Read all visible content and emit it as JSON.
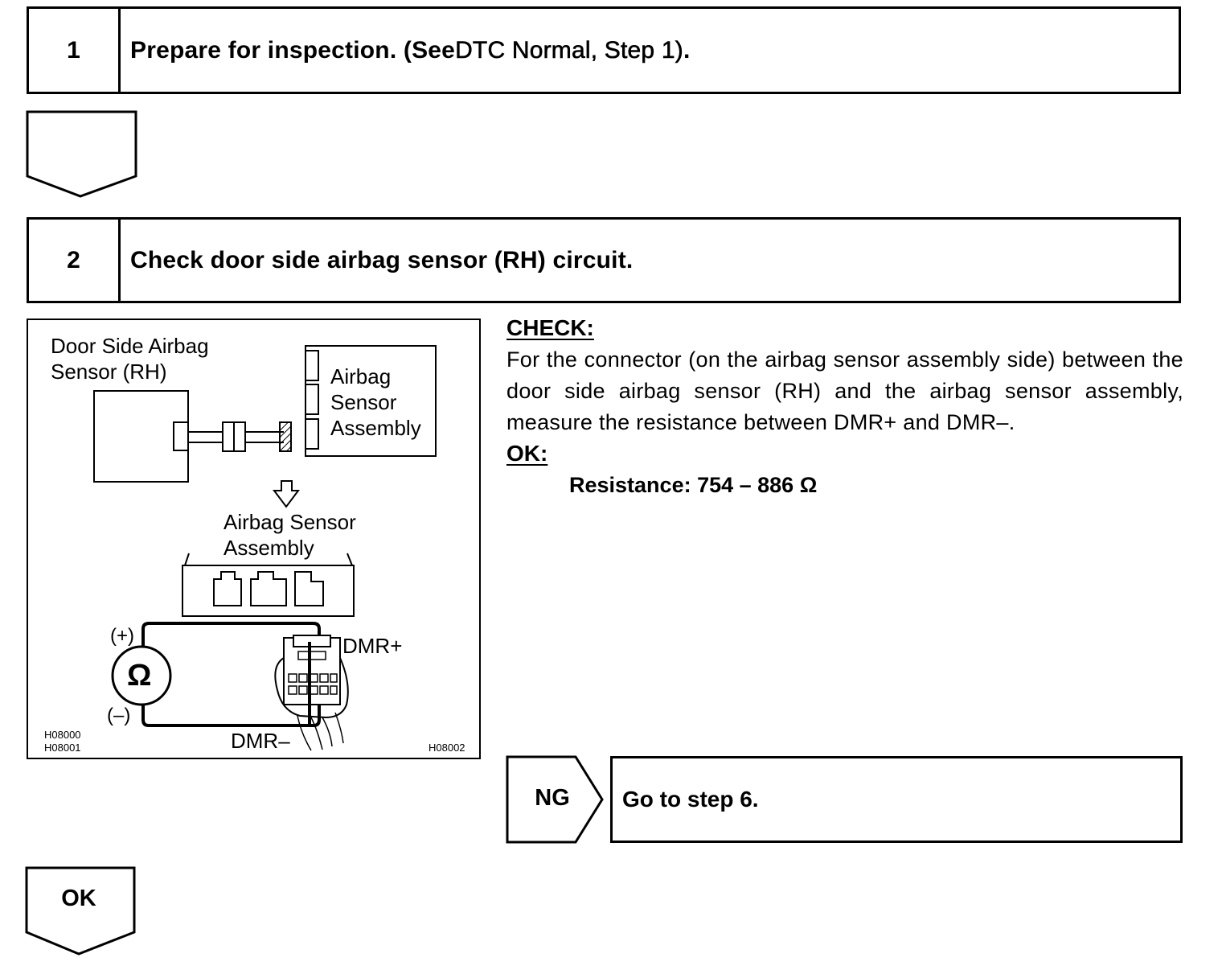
{
  "step1": {
    "number": "1",
    "title_bold": "Prepare for inspection. (See ",
    "title_normal": "DTC Normal, Step 1)",
    "title_end": "."
  },
  "step2": {
    "number": "2",
    "title": "Check door side airbag sensor (RH) circuit."
  },
  "figure": {
    "door_sensor_label_1": "Door Side Airbag",
    "door_sensor_label_2": "Sensor (RH)",
    "assembly_label_1": "Airbag",
    "assembly_label_2": "Sensor",
    "assembly_label_3": "Assembly",
    "assembly2_label_1": "Airbag Sensor",
    "assembly2_label_2": "Assembly",
    "plus": "(+)",
    "minus": "(–)",
    "ohm": "Ω",
    "dmr_plus": "DMR+",
    "dmr_minus": "DMR–",
    "code_1": "H08000",
    "code_2": "H08001",
    "code_3": "H08002"
  },
  "check": {
    "label": "CHECK:",
    "text": "For the connector (on the airbag sensor assembly side) between the door side airbag sensor (RH) and the airbag sensor assembly, measure the resistance between DMR+ and DMR–."
  },
  "ok": {
    "label": "OK:",
    "spec": "Resistance: 754 – 886 Ω"
  },
  "ng": {
    "label": "NG",
    "action": "Go to step 6."
  },
  "ok_flow": {
    "label": "OK"
  }
}
